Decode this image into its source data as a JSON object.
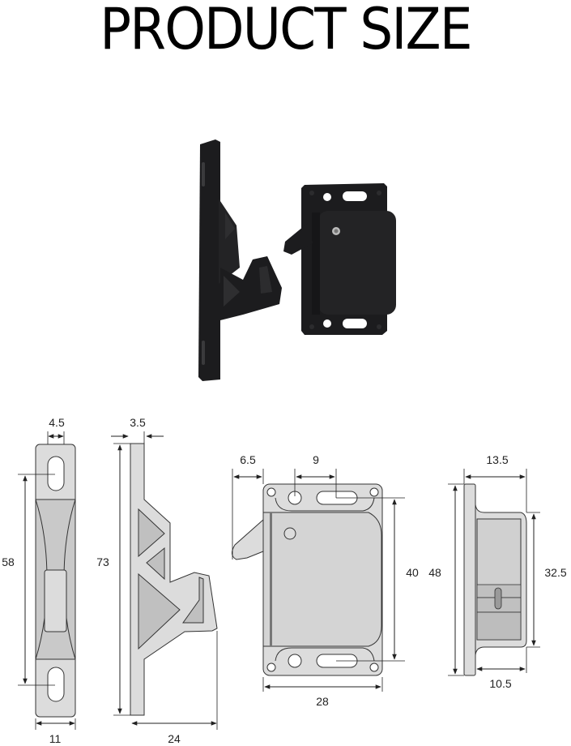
{
  "title": "PRODUCT SIZE",
  "colors": {
    "part_fill": "#dcdcdc",
    "part_dark_fill": "#b8b8b8",
    "outline": "#333333",
    "photo_black": "#1c1c1e",
    "background": "#ffffff"
  },
  "photo": {
    "description": "Black plastic roller/catch latch set: strike plate and latch body"
  },
  "drawings": {
    "strike_front": {
      "label": "strike-front-view",
      "dims": {
        "slot_width": "4.5",
        "hole_spacing": "58",
        "width": "11"
      }
    },
    "strike_side": {
      "label": "strike-side-view",
      "dims": {
        "plate_thickness": "3.5",
        "length": "73",
        "depth": "24"
      }
    },
    "latch_front": {
      "label": "latch-front-view",
      "dims": {
        "hook_offset": "6.5",
        "hole_spacing": "9",
        "hole_pitch": "40",
        "width": "28"
      }
    },
    "latch_side": {
      "label": "latch-side-view",
      "dims": {
        "depth": "13.5",
        "height": "48",
        "body_height": "32.5",
        "body_depth": "10.5"
      }
    }
  },
  "units": "mm"
}
